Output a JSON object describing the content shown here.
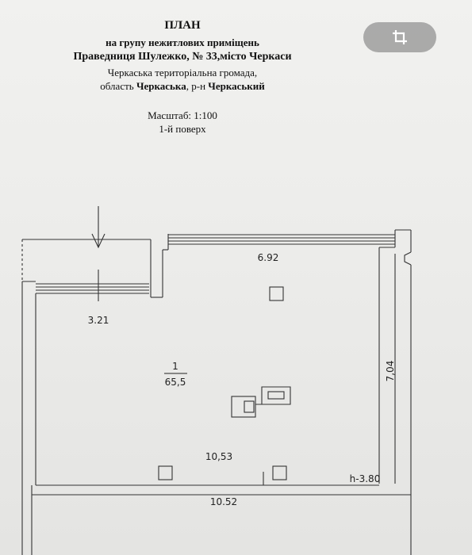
{
  "header": {
    "title": "ПЛАН",
    "subtitle_line1": "на групу нежитлових приміщень",
    "address_line": "Праведниця Шулежко, № 33,місто Черкаси",
    "community_line": "Черкаська територіальна  громада,",
    "region_line_prefix": "область ",
    "region_name": "Черкаська",
    "region_sep": ", р-н ",
    "district_name": "Черкаський",
    "scale": "Масштаб: 1:100",
    "floor": "1-й поверх"
  },
  "toolbar": {
    "crop_icon": "crop-icon"
  },
  "plan": {
    "top_width": "6.92",
    "entrance_width": "3.21",
    "room_number": "1",
    "room_area": "65,5",
    "right_height": "7,04",
    "bottom_width_inner": "10,53",
    "ceiling_height": "h-3.80",
    "bottom_width_outer": "10.52"
  }
}
